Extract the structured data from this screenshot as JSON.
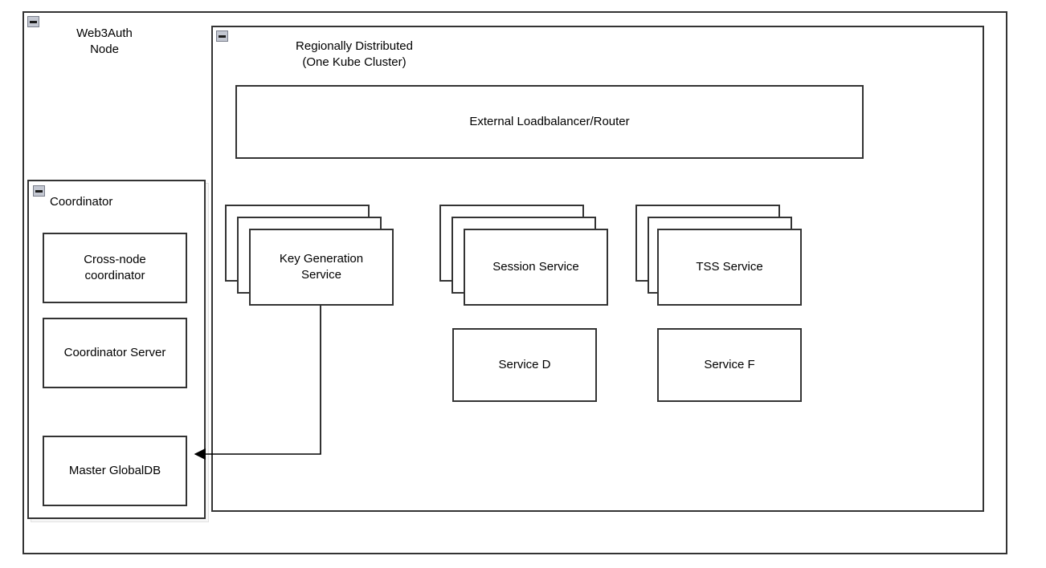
{
  "diagram": {
    "title": "Web3Auth Node architecture",
    "stroke_color": "#333333",
    "fill_color": "#ffffff",
    "frame_color": "#f7f7f7",
    "collapse_icon_color": "#c3c7d1"
  },
  "outer": {
    "label": "Web3Auth\nNode",
    "collapse_icon": "minus-collapse-icon"
  },
  "region": {
    "label": "Regionally Distributed\n(One Kube Cluster)",
    "collapse_icon": "minus-collapse-icon"
  },
  "coordinator": {
    "label": "Coordinator",
    "collapse_icon": "minus-collapse-icon",
    "children": [
      {
        "label": "Cross-node\ncoordinator",
        "name": "cross-node-coordinator-box"
      },
      {
        "label": "Coordinator Server",
        "name": "coordinator-server-box"
      },
      {
        "label": "Master GlobalDB",
        "name": "master-globaldb-box"
      }
    ]
  },
  "cluster": {
    "loadbalancer": {
      "label": "External Loadbalancer/Router"
    },
    "stacked_services": [
      {
        "label": "Key Generation\nService",
        "name": "key-generation-service-box",
        "copies": 3
      },
      {
        "label": "Session Service",
        "name": "session-service-box",
        "copies": 3
      },
      {
        "label": "TSS Service",
        "name": "tss-service-box",
        "copies": 3
      }
    ],
    "plain_services": [
      {
        "label": "Service D",
        "name": "service-d-box"
      },
      {
        "label": "Service F",
        "name": "service-f-box"
      }
    ]
  },
  "connectors": [
    {
      "name": "keygen-to-master-globaldb-arrow",
      "from": "key-generation-service-box",
      "to": "master-globaldb-box",
      "arrowhead": "end"
    }
  ]
}
